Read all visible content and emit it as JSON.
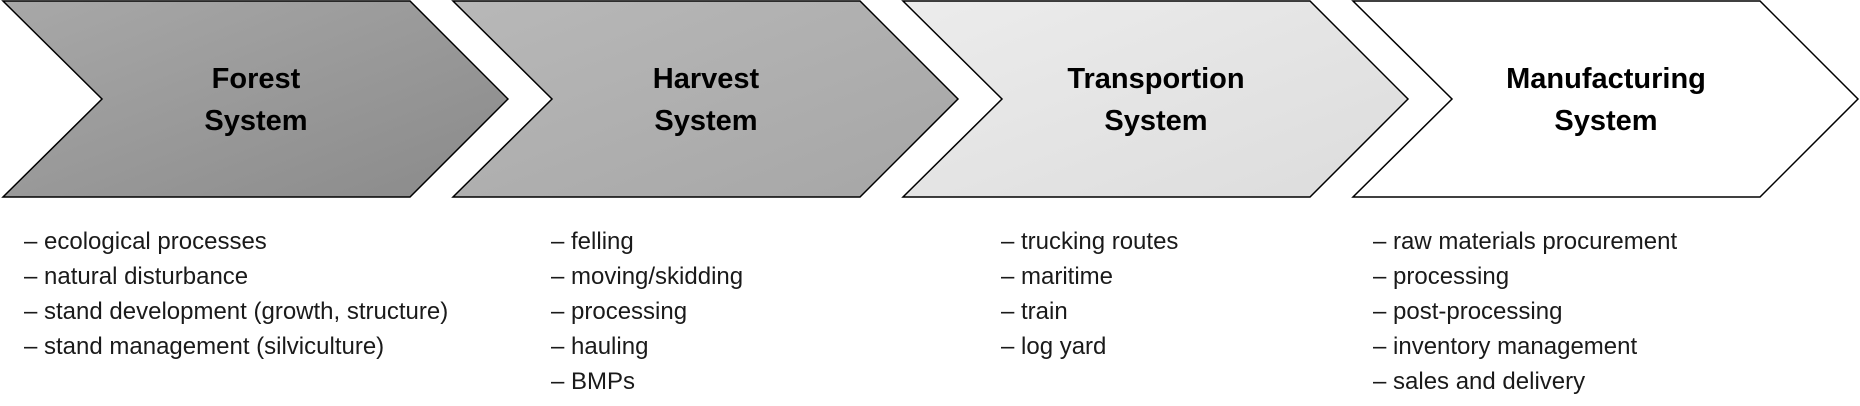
{
  "stages": [
    {
      "title_line1": "Forest",
      "title_line2": "System",
      "fill": "#9c9c9c",
      "items": [
        "ecological processes",
        "natural disturbance",
        "stand development (growth, structure)",
        "stand management (silviculture)"
      ]
    },
    {
      "title_line1": "Harvest",
      "title_line2": "System",
      "fill": "#b0b0b0",
      "items": [
        "felling",
        "moving/skidding",
        "processing",
        "hauling",
        "BMPs"
      ]
    },
    {
      "title_line1": "Transportion",
      "title_line2": "System",
      "fill": "#e4e4e4",
      "items": [
        "trucking routes",
        "maritime",
        "train",
        "log yard"
      ]
    },
    {
      "title_line1": "Manufacturing",
      "title_line2": "System",
      "fill": "#ffffff",
      "items": [
        "raw materials procurement",
        "processing",
        "post-processing",
        "inventory management",
        "sales and delivery"
      ]
    }
  ],
  "colors": {
    "stroke": "#000000",
    "gradient_forest_light": "#a8a8a8",
    "gradient_forest_dark": "#8a8a8a",
    "gradient_harvest_light": "#b8b8b8",
    "gradient_harvest_dark": "#a6a6a6",
    "gradient_transport_light": "#ececec",
    "gradient_transport_dark": "#dcdcdc"
  }
}
